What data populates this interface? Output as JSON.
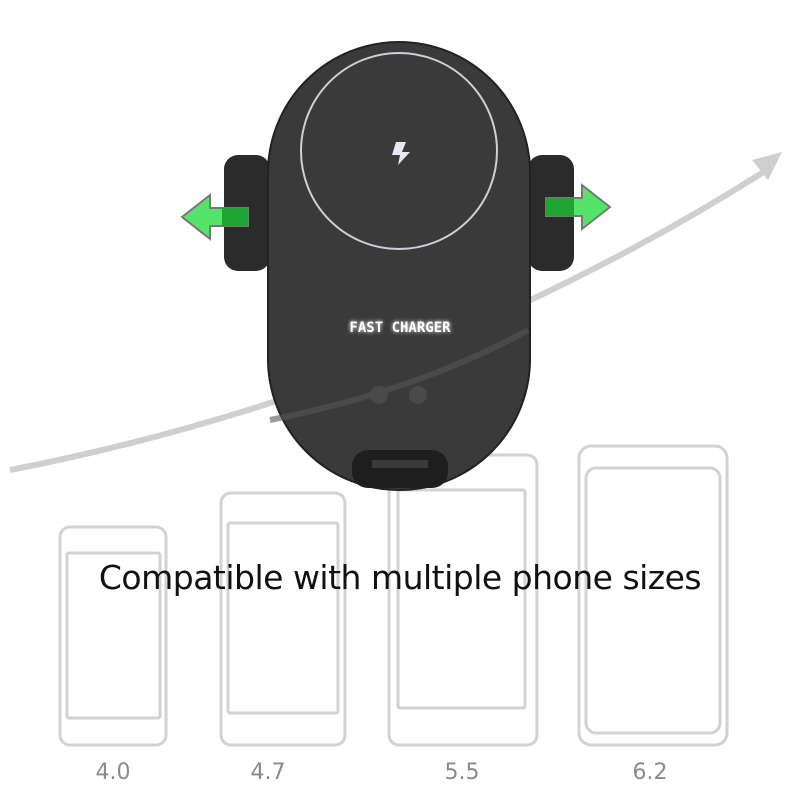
{
  "product_label": "FAST CHARGER",
  "caption": "Compatible with multiple phone sizes",
  "phone_sizes": [
    "4.0",
    "4.7",
    "5.5",
    "6.2"
  ],
  "colors": {
    "body": "#3b3b3b",
    "arrow": "#4ee060",
    "outline": "#d0d0d0",
    "arc": "#cfcfcf"
  }
}
